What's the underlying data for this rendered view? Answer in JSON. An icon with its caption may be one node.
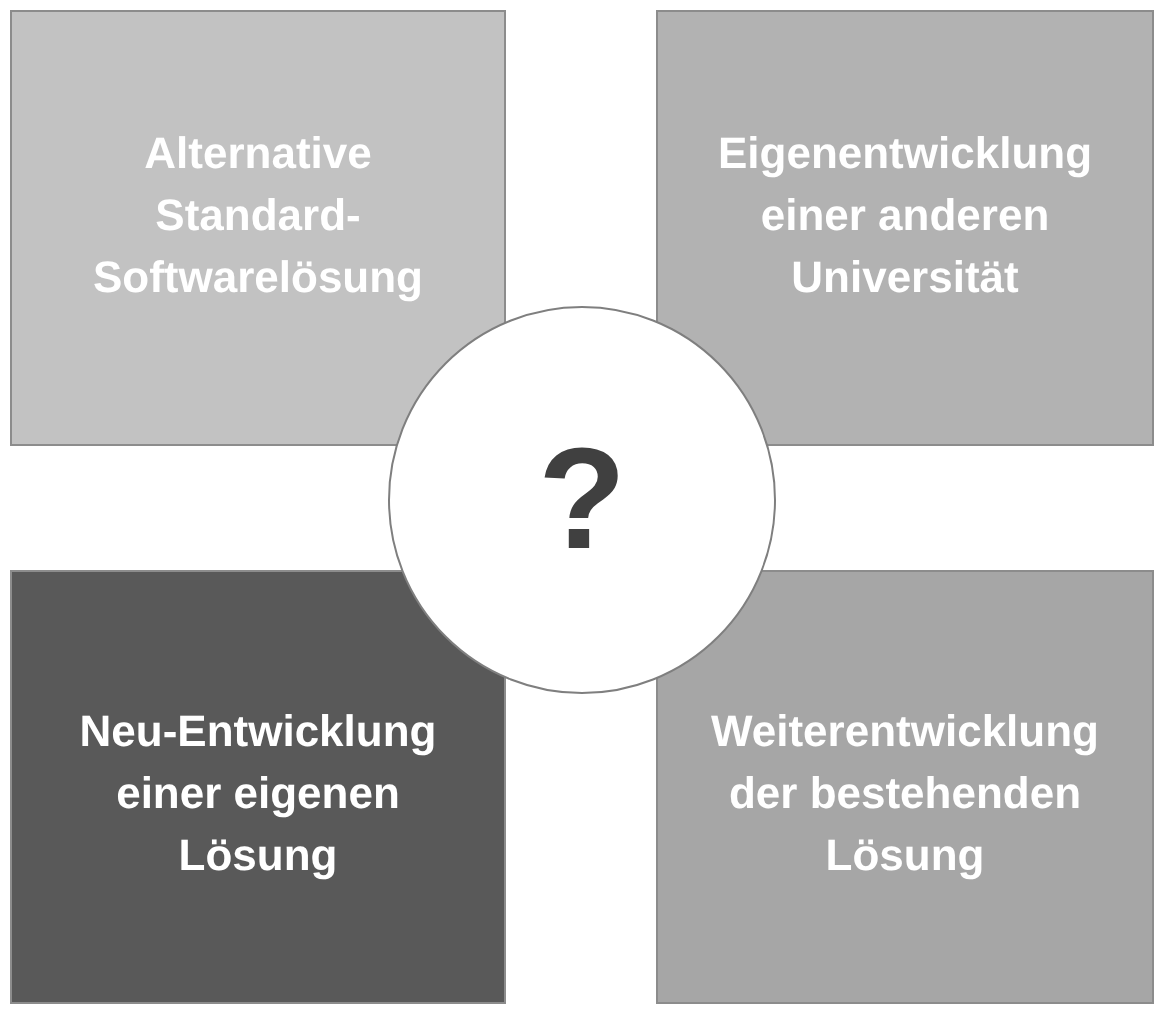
{
  "diagram": {
    "nodes": [
      {
        "text": [
          "Alternative Standard-Softwarelösung"
        ]
      },
      {
        "text": [
          "Eigenentwicklung einer anderen Universität"
        ]
      },
      {
        "text": [
          "?"
        ]
      },
      {
        "text": [
          "Neu-Entwicklung einer eigenen Lösung"
        ]
      },
      {
        "text": [
          "Weiterentwicklung der bestehenden Lösung"
        ]
      }
    ]
  }
}
